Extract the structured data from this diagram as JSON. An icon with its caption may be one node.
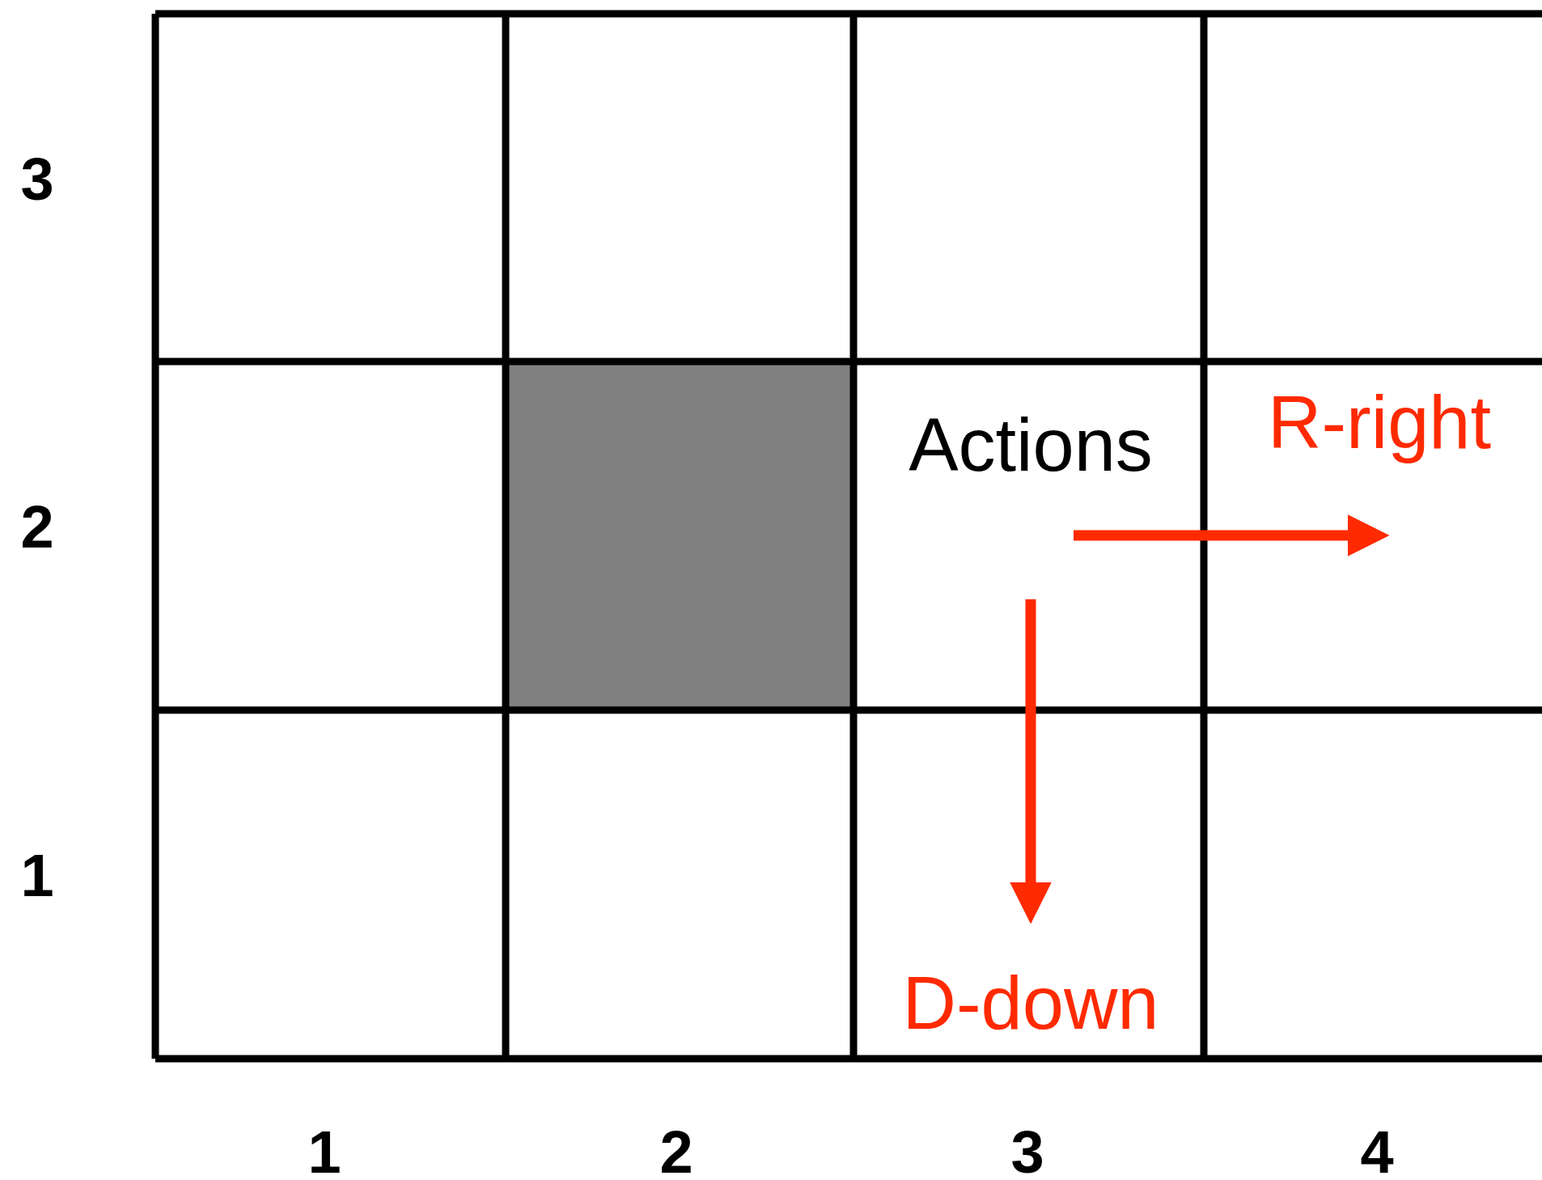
{
  "diagram": {
    "labels": [
      "3",
      "Actions",
      "R-right",
      "2",
      "1",
      "D-down",
      "1",
      "2",
      "3",
      "4"
    ]
  }
}
